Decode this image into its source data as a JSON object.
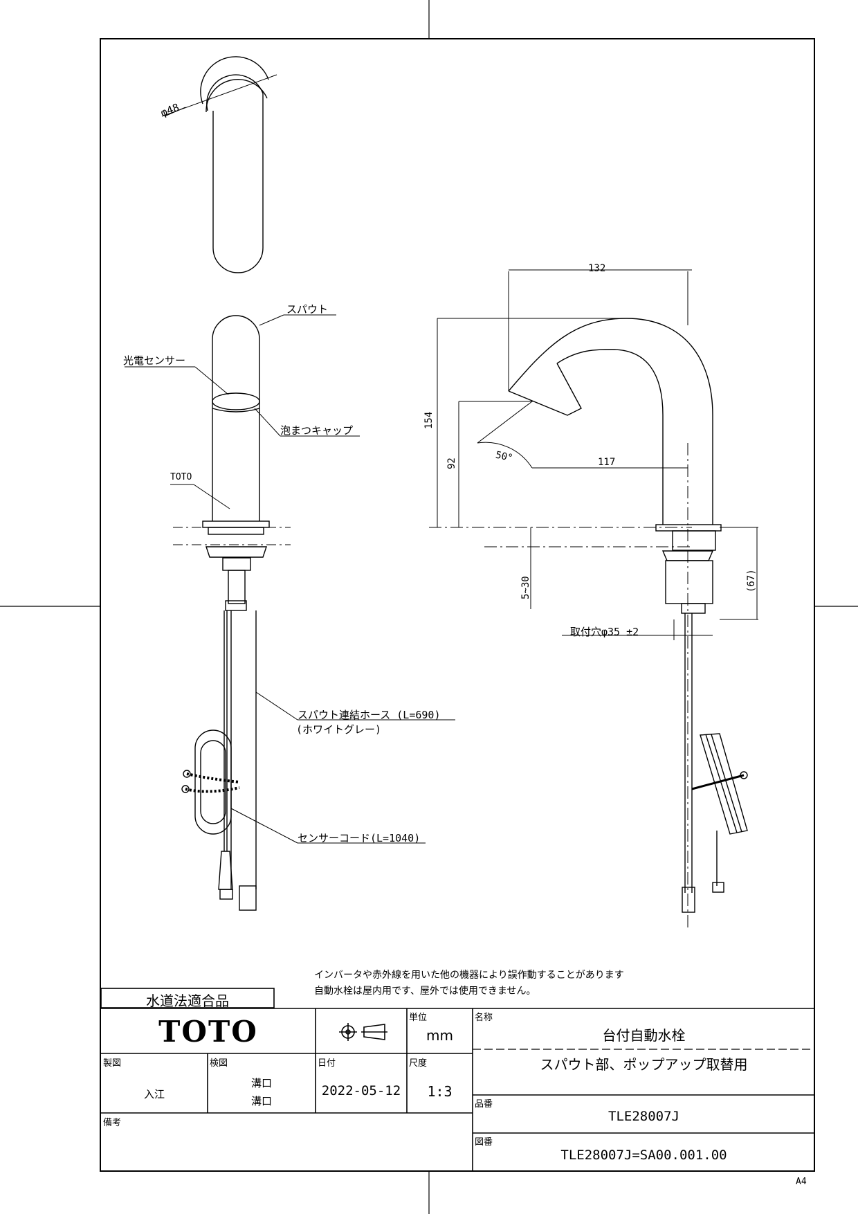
{
  "labels": {
    "diameter": "φ48",
    "spout": "スパウト",
    "sensor": "光電センサー",
    "aerator": "泡まつキャップ",
    "brand_mark": "TOTO",
    "hose": "スパウト連結ホース (L=690)",
    "hose_color": "(ホワイトグレー)",
    "sensor_cord": "センサーコード(L=1040)",
    "mount_hole": "取付穴φ35 ±2"
  },
  "dimensions": {
    "width_top": "132",
    "height_total": "154",
    "height_outlet": "92",
    "angle": "50°",
    "reach": "117",
    "counter_thickness": "5~30",
    "body_below": "(67)"
  },
  "notes": {
    "line1": "インバータや赤外線を用いた他の機器により誤作動することがあります",
    "line2": "自動水栓は屋内用です、屋外では使用できません。"
  },
  "title_block": {
    "certification": "水道法適合品",
    "logo": "TOTO",
    "unit_caption": "単位",
    "unit": "mm",
    "name_caption": "名称",
    "name_line1": "台付自動水栓",
    "name_line2": "スパウト部、ポップアップ取替用",
    "drawn_caption": "製図",
    "drawn_by": "入江",
    "checked_caption": "検図",
    "checked_by_1": "溝口",
    "checked_by_2": "溝口",
    "date_caption": "日付",
    "date": "2022-05-12",
    "scale_caption": "尺度",
    "scale": "1:3",
    "part_caption": "品番",
    "part_number": "TLE28007J",
    "remarks_caption": "備考",
    "drawing_caption": "図番",
    "drawing_number": "TLE28007J=SA00.001.00"
  },
  "sheet_size": "A4"
}
